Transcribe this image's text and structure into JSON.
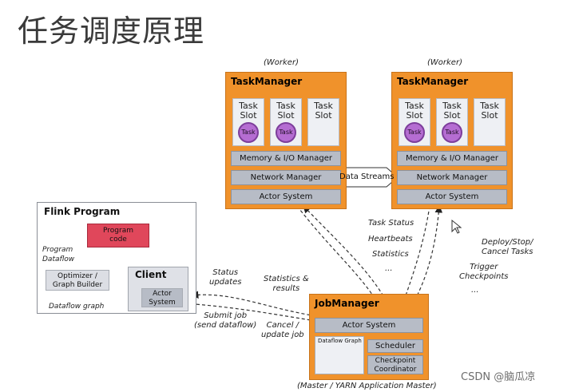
{
  "title": "任务调度原理",
  "worker_label": "(Worker)",
  "taskmanager": {
    "title": "TaskManager",
    "slot_label": "Task\nSlot",
    "task_label": "Task",
    "memory_label": "Memory & I/O Manager",
    "network_label": "Network Manager",
    "actor_label": "Actor System"
  },
  "data_streams": "Data Streams",
  "flink_program": {
    "title": "Flink Program",
    "program_code": "Program\ncode",
    "program_dataflow": "Program\nDataflow",
    "optimizer": "Optimizer /\nGraph Builder",
    "dataflow_graph": "Dataflow graph"
  },
  "client": {
    "title": "Client",
    "actor": "Actor\nSystem"
  },
  "labels": {
    "task_status": "Task Status",
    "heartbeats": "Heartbeats",
    "statistics": "Statistics",
    "ellipsis": "...",
    "deploy": "Deploy/Stop/\nCancel Tasks",
    "trigger": "Trigger\nCheckpoints",
    "status_updates": "Status\nupdates",
    "statistics_results": "Statistics &\nresults",
    "submit_job": "Submit job\n(send dataflow)",
    "cancel_update": "Cancel /\nupdate job"
  },
  "jobmanager": {
    "title": "JobManager",
    "actor": "Actor System",
    "dataflow_graph": "Dataflow Graph",
    "scheduler": "Scheduler",
    "checkpoint": "Checkpoint\nCoordinator",
    "master_label": "(Master / YARN Application Master)"
  },
  "watermark": "CSDN @脑瓜凉"
}
